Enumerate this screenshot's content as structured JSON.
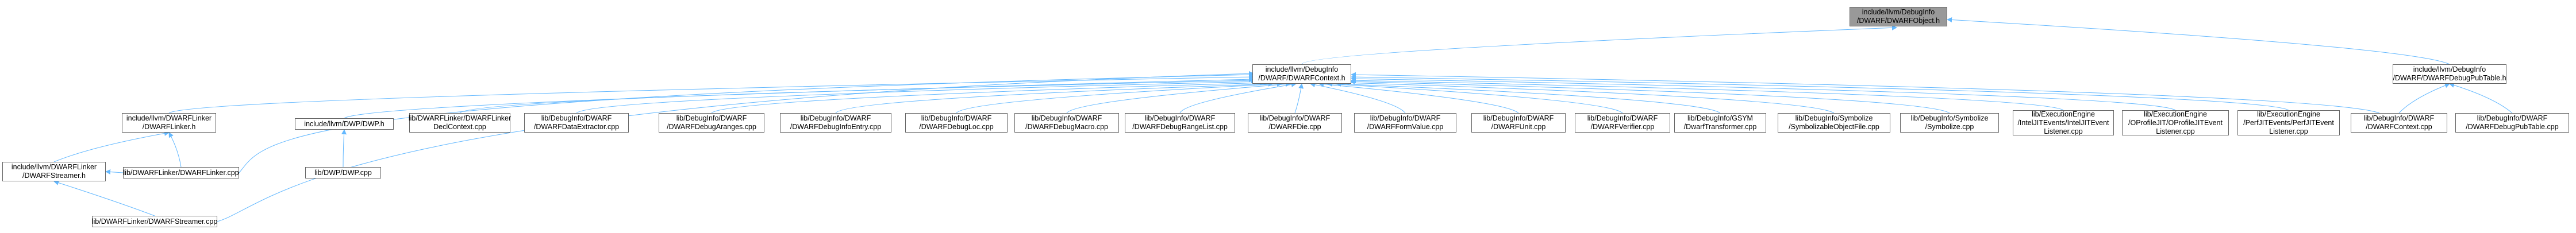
{
  "graph": {
    "colors": {
      "edge": "#63b8ff",
      "node_border": "#666666",
      "node_fill": "#ffffff",
      "root_fill": "#999999"
    },
    "nodes": [
      {
        "id": "n0",
        "name": "node-dwarfobject-h",
        "lines": [
          "include/llvm/DebugInfo",
          "/DWARF/DWARFObject.h"
        ],
        "root": true
      },
      {
        "id": "n1",
        "name": "node-dwarfcontext-h",
        "lines": [
          "include/llvm/DebugInfo",
          "/DWARF/DWARFContext.h"
        ]
      },
      {
        "id": "n2",
        "name": "node-dwarfdebugpubtable-h",
        "lines": [
          "include/llvm/DebugInfo",
          "/DWARF/DWARFDebugPubTable.h"
        ]
      },
      {
        "id": "n3",
        "name": "node-dwarflinker-h",
        "lines": [
          "include/llvm/DWARFLinker",
          "/DWARFLinker.h"
        ]
      },
      {
        "id": "n4",
        "name": "node-dwp-h",
        "lines": [
          "include/llvm/DWP/DWP.h"
        ]
      },
      {
        "id": "n5",
        "name": "node-dwarflinkerdeclcontext-cpp",
        "lines": [
          "lib/DWARFLinker/DWARFLinker",
          "DeclContext.cpp"
        ]
      },
      {
        "id": "n6",
        "name": "node-dwarfdataextractor-cpp",
        "lines": [
          "lib/DebugInfo/DWARF",
          "/DWARFDataExtractor.cpp"
        ]
      },
      {
        "id": "n7",
        "name": "node-dwarfdebugaranges-cpp",
        "lines": [
          "lib/DebugInfo/DWARF",
          "/DWARFDebugAranges.cpp"
        ]
      },
      {
        "id": "n8",
        "name": "node-dwarfdebuginfoentry-cpp",
        "lines": [
          "lib/DebugInfo/DWARF",
          "/DWARFDebugInfoEntry.cpp"
        ]
      },
      {
        "id": "n9",
        "name": "node-dwarfdebugloc-cpp",
        "lines": [
          "lib/DebugInfo/DWARF",
          "/DWARFDebugLoc.cpp"
        ]
      },
      {
        "id": "n10",
        "name": "node-dwarfdebugmacro-cpp",
        "lines": [
          "lib/DebugInfo/DWARF",
          "/DWARFDebugMacro.cpp"
        ]
      },
      {
        "id": "n11",
        "name": "node-dwarfdebugrangelist-cpp",
        "lines": [
          "lib/DebugInfo/DWARF",
          "/DWARFDebugRangeList.cpp"
        ]
      },
      {
        "id": "n12",
        "name": "node-dwarfdie-cpp",
        "lines": [
          "lib/DebugInfo/DWARF",
          "/DWARFDie.cpp"
        ]
      },
      {
        "id": "n13",
        "name": "node-dwarfformvalue-cpp",
        "lines": [
          "lib/DebugInfo/DWARF",
          "/DWARFFormValue.cpp"
        ]
      },
      {
        "id": "n14",
        "name": "node-dwarfunit-cpp",
        "lines": [
          "lib/DebugInfo/DWARF",
          "/DWARFUnit.cpp"
        ]
      },
      {
        "id": "n15",
        "name": "node-dwarfverifier-cpp",
        "lines": [
          "lib/DebugInfo/DWARF",
          "/DWARFVerifier.cpp"
        ]
      },
      {
        "id": "n16",
        "name": "node-dwarftransformer-cpp",
        "lines": [
          "lib/DebugInfo/GSYM",
          "/DwarfTransformer.cpp"
        ]
      },
      {
        "id": "n17",
        "name": "node-symbolizableobjectfile-cpp",
        "lines": [
          "lib/DebugInfo/Symbolize",
          "/SymbolizableObjectFile.cpp"
        ]
      },
      {
        "id": "n18",
        "name": "node-symbolize-cpp",
        "lines": [
          "lib/DebugInfo/Symbolize",
          "/Symbolize.cpp"
        ]
      },
      {
        "id": "n19",
        "name": "node-inteljiteventlistener-cpp",
        "lines": [
          "lib/ExecutionEngine",
          "/IntelJITEvents/IntelJITEvent",
          "Listener.cpp"
        ]
      },
      {
        "id": "n20",
        "name": "node-oprofilejiteventlistener-cpp",
        "lines": [
          "lib/ExecutionEngine",
          "/OProfileJIT/OProfileJITEvent",
          "Listener.cpp"
        ]
      },
      {
        "id": "n21",
        "name": "node-perfjiteventlistener-cpp",
        "lines": [
          "lib/ExecutionEngine",
          "/PerfJITEvents/PerfJITEvent",
          "Listener.cpp"
        ]
      },
      {
        "id": "n22",
        "name": "node-dwarfcontext-cpp",
        "lines": [
          "lib/DebugInfo/DWARF",
          "/DWARFContext.cpp"
        ]
      },
      {
        "id": "n23",
        "name": "node-dwarfdebugpubtable-cpp",
        "lines": [
          "lib/DebugInfo/DWARF",
          "/DWARFDebugPubTable.cpp"
        ]
      },
      {
        "id": "n24",
        "name": "node-dwarfstreamer-h",
        "lines": [
          "include/llvm/DWARFLinker",
          "/DWARFStreamer.h"
        ]
      },
      {
        "id": "n25",
        "name": "node-dwarflinker-cpp",
        "lines": [
          "lib/DWARFLinker/DWARFLinker.cpp"
        ]
      },
      {
        "id": "n26",
        "name": "node-dwp-cpp",
        "lines": [
          "lib/DWP/DWP.cpp"
        ]
      },
      {
        "id": "n27",
        "name": "node-dwarfstreamer-cpp",
        "lines": [
          "lib/DWARFLinker/DWARFStreamer.cpp"
        ]
      }
    ]
  }
}
